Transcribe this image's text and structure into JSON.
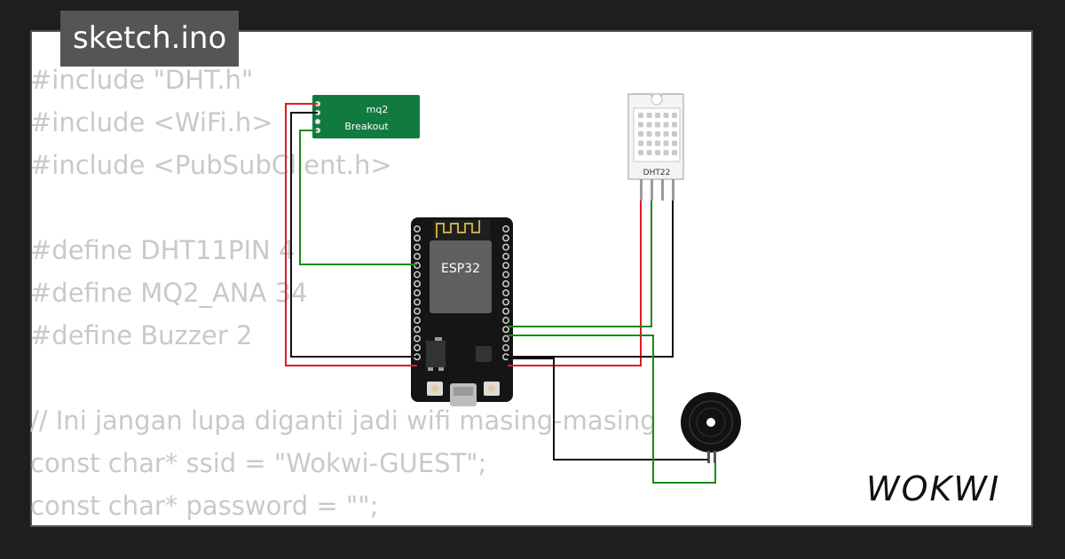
{
  "tab": {
    "title": "sketch.ino"
  },
  "code_lines": [
    "#include \"DHT.h\"",
    "#include <WiFi.h>",
    "#include <PubSubClient.h>",
    "",
    "#define DHT11PIN 4",
    "#define MQ2_ANA 34",
    "#define Buzzer 2",
    "",
    "// Ini jangan lupa diganti jadi wifi masing-masing",
    "const char* ssid = \"Wokwi-GUEST\";",
    "const char* password = \"\";"
  ],
  "components": {
    "mq2": {
      "line1": "mq2",
      "line2": "Breakout"
    },
    "esp32": {
      "label": "ESP32"
    },
    "dht22": {
      "label": "DHT22"
    },
    "buzzer": {}
  },
  "logo": {
    "text": "WOKWI"
  },
  "colors": {
    "wire_red": "#e01b24",
    "wire_black": "#111111",
    "wire_green": "#1a8a1a",
    "mq2_board": "#117a3f",
    "background": "#1e1e1e",
    "card": "#ffffff",
    "tab": "#555555",
    "code_text": "#c9c9c9"
  }
}
